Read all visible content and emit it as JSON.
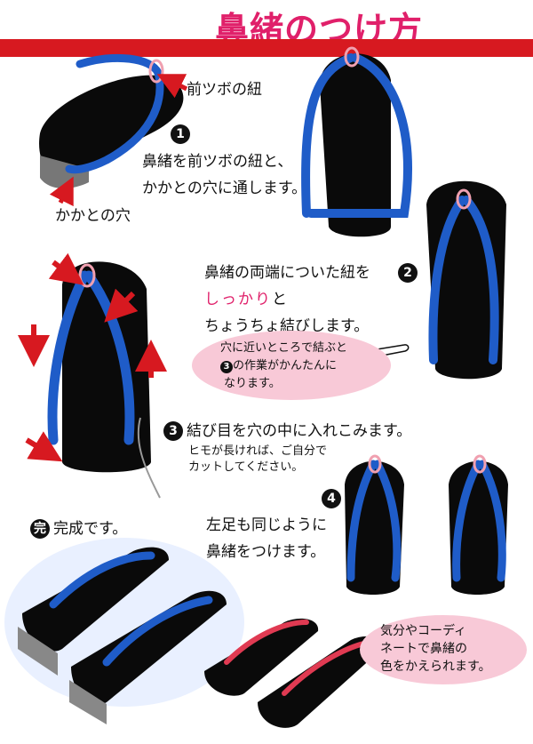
{
  "title": "鼻緒のつけ方",
  "step1": {
    "badge": "1",
    "label_front": "前ツボの紐",
    "label_heel": "かかとの穴",
    "line1": "鼻緒を前ツボの紐と、",
    "line2": "かかとの穴に通します。"
  },
  "step2": {
    "badge": "2",
    "line1": "鼻緒の両端についた紐を",
    "emphasis": "しっかり",
    "line2_suffix": "と",
    "line3": "ちょうちょ結びします。",
    "tip1": "穴に近いところで結ぶと",
    "tip2_suffix": "の作業がかんたんに",
    "tip2_badge": "3",
    "tip3": "なります。"
  },
  "step3": {
    "badge": "3",
    "line1": "結び目を穴の中に入れこみます。",
    "note1": "ヒモが長ければ、ご自分で",
    "note2": "カットしてください。"
  },
  "step4": {
    "badge": "4",
    "line1": "左足も同じように",
    "line2": "鼻緒をつけます。"
  },
  "done": {
    "badge": "完",
    "label": "完成です。"
  },
  "bubble": {
    "line1": "気分やコーディ",
    "line2": "ネートで鼻緒の",
    "line3": "色をかえられます。"
  },
  "colors": {
    "title": "#e0206a",
    "band": "#d71920",
    "strap_blue": "#1f5cc8",
    "strap_red": "#e03a52",
    "sole": "#0a0a0a",
    "bubble_pink": "#f8c9d7",
    "arrow_red": "#d71920"
  }
}
